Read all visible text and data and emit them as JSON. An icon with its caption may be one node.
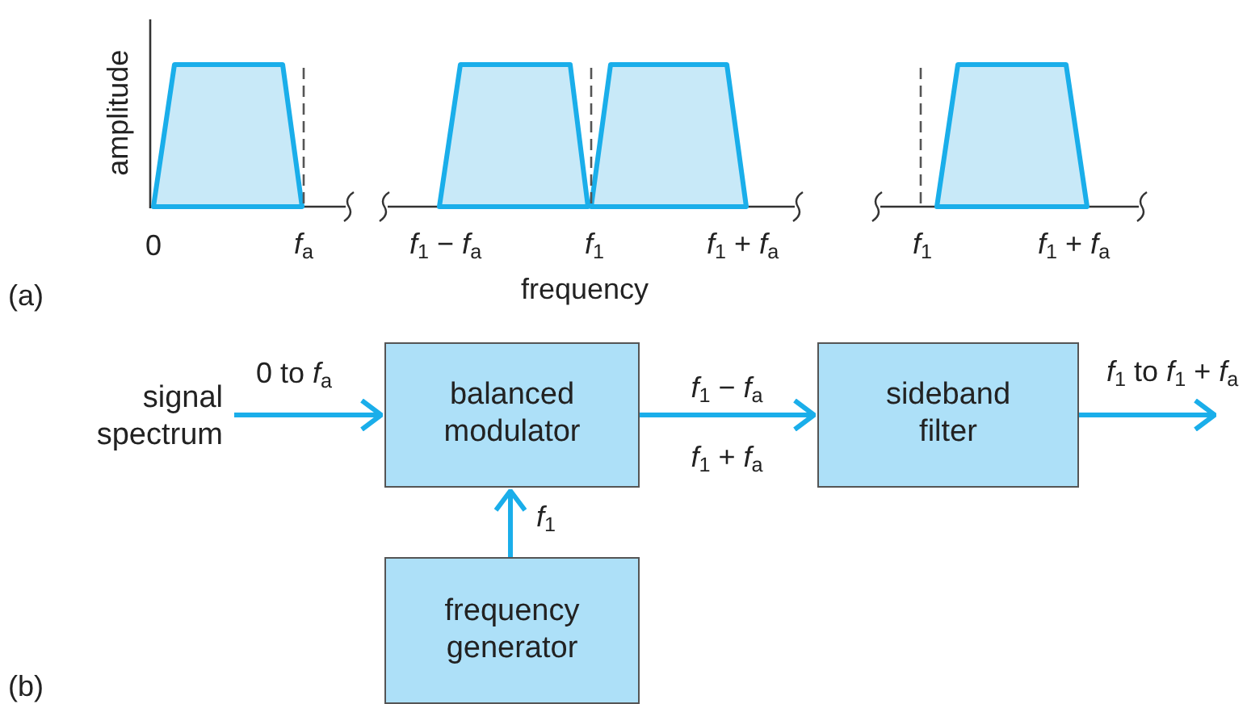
{
  "diagram": {
    "nodes": [
      {
        "text": [
          "signal spectrum"
        ]
      },
      {
        "text": [
          "balanced modulator"
        ]
      },
      {
        "text": [
          "sideband filter"
        ]
      },
      {
        "text": [
          "frequency generator"
        ]
      }
    ],
    "edges": [
      {
        "from": 0,
        "to": 1,
        "arrow": "to",
        "label": "0 to *f*$_{a}$"
      },
      {
        "from": 1,
        "to": 2,
        "arrow": "to",
        "label": "*f*$_{1}$ − *f*$_{a}$ *f*$_{1}$ + *f*$_{a}$"
      },
      {
        "from": 2,
        "to": null,
        "arrow": "to",
        "label": "*f*$_{1}$ to *f*$_{1}$ + *f*$_{a}$"
      },
      {
        "from": 3,
        "to": 1,
        "arrow": "to",
        "label": "*f*$_{1}$"
      }
    ],
    "labels": [
      "amplitude",
      "0",
      "*f*$_{a}$",
      "*f*$_{1}$ − *f*$_{a}$",
      "*f*$_{1}$",
      "*f*$_{1}$ + *f*$_{a}$",
      "*f*$_{1}$",
      "*f*$_{1}$ + *f*$_{a}$",
      "(a)",
      "frequency",
      "(b)"
    ]
  }
}
